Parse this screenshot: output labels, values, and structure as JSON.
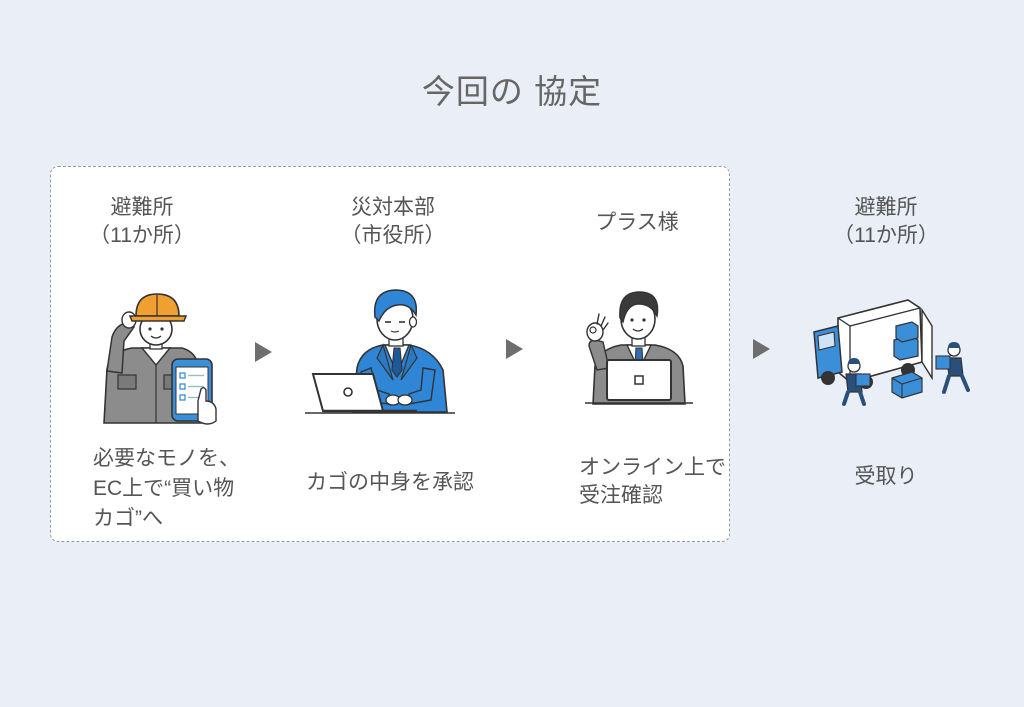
{
  "title": "今回の 協定",
  "steps": [
    {
      "label_lines": [
        "避難所",
        "（11か所）"
      ],
      "icon": "worker-hardhat-smartphone-icon",
      "caption_lines": [
        "必要なモノを、",
        "EC上で“買い物",
        "カゴ”へ"
      ]
    },
    {
      "label_lines": [
        "災対本部",
        "（市役所）"
      ],
      "icon": "office-worker-laptop-icon",
      "caption_lines": [
        "カゴの中身を承認"
      ]
    },
    {
      "label_lines": [
        "プラス様"
      ],
      "icon": "staff-ok-gesture-laptop-icon",
      "caption_lines": [
        "オンライン上で",
        "受注確認"
      ]
    },
    {
      "label_lines": [
        "避難所",
        "（11か所）"
      ],
      "icon": "delivery-truck-boxes-icon",
      "caption_lines": [
        "受取り"
      ]
    }
  ],
  "connector_icon": "triangle-right-arrow-icon",
  "colors": {
    "background": "#e9eef7",
    "panel": "#ffffff",
    "panel_border": "#9a9a9a",
    "text": "#555555",
    "title": "#666666",
    "accent_blue": "#2f86d6",
    "hardhat_orange": "#f0a030",
    "suit_gray": "#8c8c8c",
    "arrow": "#6e6e6e"
  }
}
